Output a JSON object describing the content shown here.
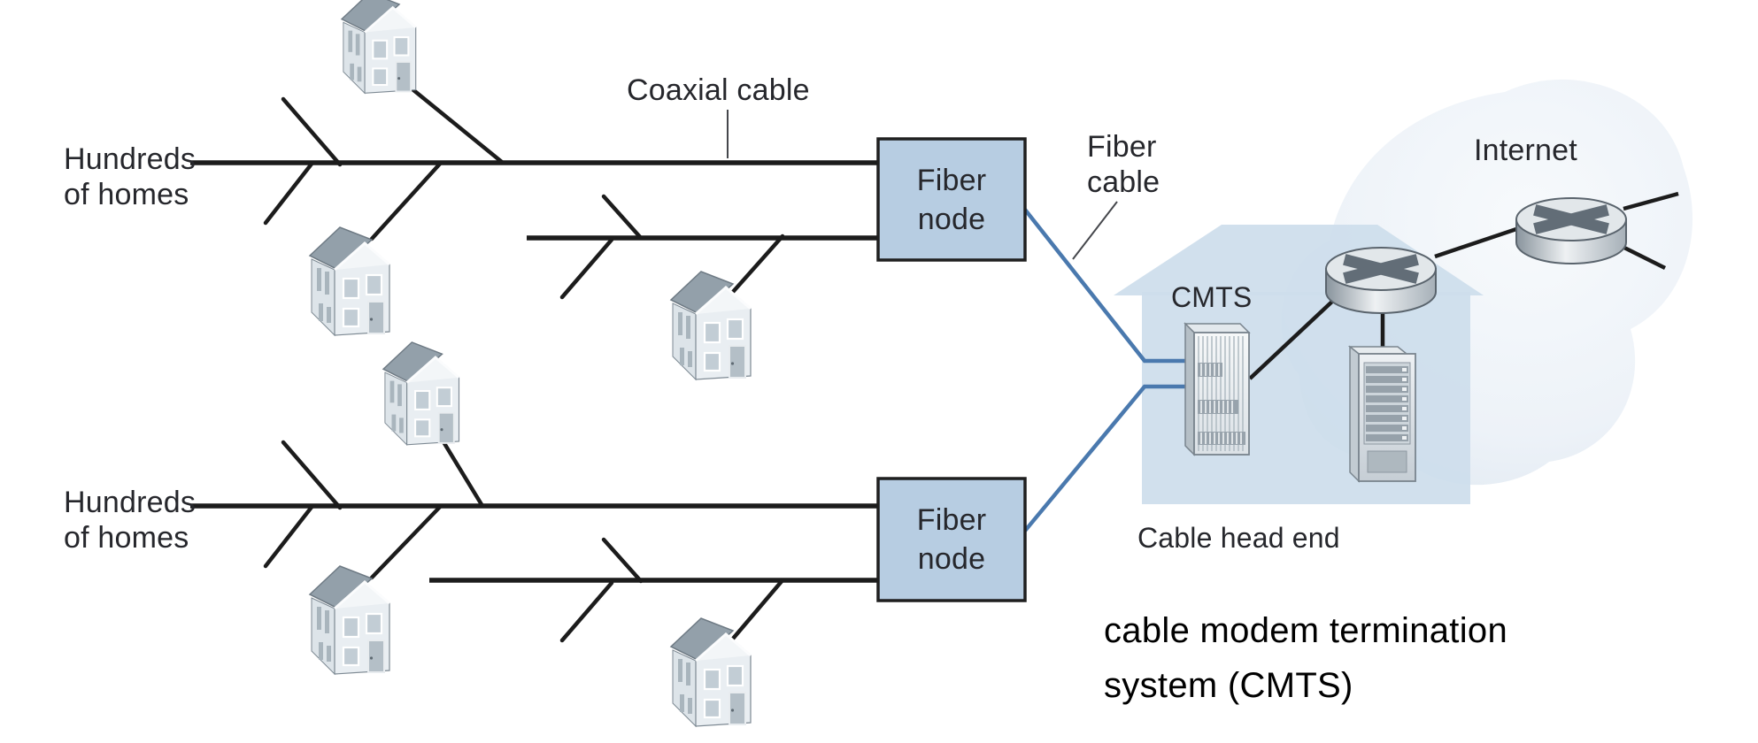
{
  "labels": {
    "homes_top": "Hundreds\nof homes",
    "homes_bottom": "Hundreds\nof homes",
    "coaxial_cable": "Coaxial cable",
    "fiber_cable": "Fiber\ncable",
    "fiber_node_top": "Fiber\nnode",
    "fiber_node_bottom": "Fiber\nnode",
    "cmts": "CMTS",
    "internet": "Internet",
    "cable_head_end": "Cable head end",
    "annotation": "cable modem termination\nsystem (CMTS)"
  },
  "colors": {
    "coax_cable": "#1c1c1c",
    "fiber_line": "#4a79ae",
    "fiber_node_fill": "#b7cde2",
    "fiber_node_border": "#1f1f1f",
    "headend_fill": "#cdddec",
    "cloud_fill": "#e9eff6",
    "label_text": "#26272c",
    "annotation_text": "#000000"
  }
}
